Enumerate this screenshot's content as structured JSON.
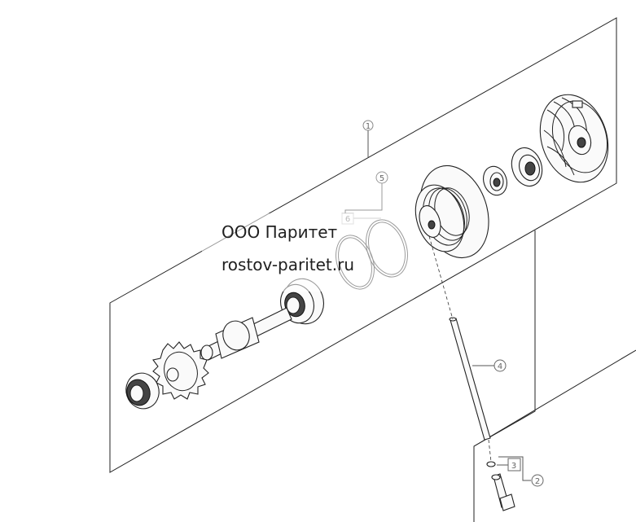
{
  "watermark": {
    "company": "ООО Паритет",
    "website": "rostov-paritet.ru"
  },
  "callouts": [
    {
      "id": "1",
      "label": "1"
    },
    {
      "id": "2",
      "label": "2"
    },
    {
      "id": "3",
      "label": "3"
    },
    {
      "id": "4",
      "label": "4"
    },
    {
      "id": "5",
      "label": "5"
    },
    {
      "id": "6",
      "label": "6"
    }
  ]
}
